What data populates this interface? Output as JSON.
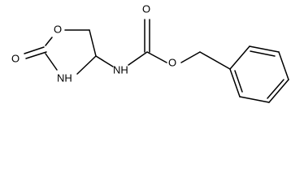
{
  "molecule": {
    "atoms": {
      "ring_o": "O",
      "carbonyl_o_left": "O",
      "ring_nh": "NH",
      "amide_nh": "NH",
      "carbonyl_o_top": "O",
      "ester_o": "O"
    }
  },
  "colors": {
    "line": "#000000",
    "background": "#ffffff"
  }
}
